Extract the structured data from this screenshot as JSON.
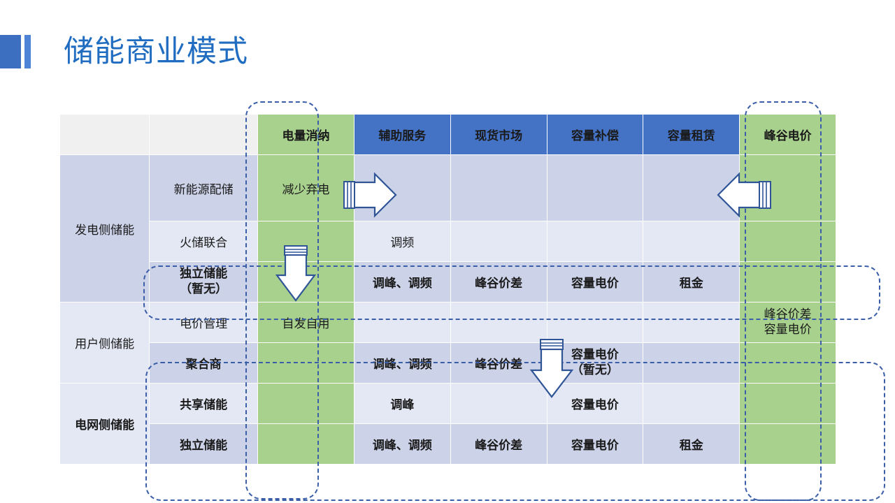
{
  "page_title": "储能商业模式",
  "colors": {
    "accent_blue": "#3d6fc0",
    "title_blue": "#1f6cc0",
    "header_blue": "#4472c4",
    "header_green": "#a9d18e",
    "row_dark": "#ccd2e8",
    "row_light": "#e4e8f4",
    "dash_outline": "#3b5ea8"
  },
  "table": {
    "headers": {
      "group_blank": "",
      "sub_blank": "",
      "columns": [
        {
          "label": "电量消纳",
          "style": "green"
        },
        {
          "label": "辅助服务",
          "style": "blue"
        },
        {
          "label": "现货市场",
          "style": "blue"
        },
        {
          "label": "容量补偿",
          "style": "blue"
        },
        {
          "label": "容量租赁",
          "style": "blue"
        },
        {
          "label": "峰谷电价",
          "style": "green"
        }
      ]
    },
    "groups": [
      {
        "name": "发电侧储能",
        "rows": [
          {
            "sub": "新能源配储",
            "bold": false,
            "cells": [
              "减少弃电",
              "",
              "",
              "",
              "",
              ""
            ]
          },
          {
            "sub": "火储联合",
            "bold": false,
            "cells": [
              "",
              "调频",
              "",
              "",
              "",
              ""
            ]
          },
          {
            "sub": "独立储能\n（暂无）",
            "bold": true,
            "cells": [
              "",
              "调峰、调频",
              "峰谷价差",
              "容量电价",
              "租金",
              ""
            ]
          }
        ]
      },
      {
        "name": "用户侧储能",
        "rows": [
          {
            "sub": "电价管理",
            "bold": false,
            "cells": [
              "自发自用",
              "",
              "",
              "",
              "",
              "峰谷价差\n容量电价"
            ]
          },
          {
            "sub": "聚合商",
            "bold": true,
            "cells": [
              "",
              "调峰、调频",
              "峰谷价差",
              "容量电价\n（暂无）",
              "",
              ""
            ]
          }
        ]
      },
      {
        "name": "电网侧储能",
        "rows": [
          {
            "sub": "共享储能",
            "bold": true,
            "cells": [
              "",
              "调峰",
              "",
              "容量电价",
              "",
              ""
            ]
          },
          {
            "sub": "独立储能",
            "bold": true,
            "cells": [
              "",
              "调峰、调频",
              "峰谷价差",
              "容量电价",
              "租金",
              ""
            ]
          }
        ]
      }
    ]
  },
  "annotations": {
    "arrow_right_label": "arrow-right",
    "arrow_down_left_label": "arrow-down-left",
    "arrow_down_mid_label": "arrow-down-mid",
    "arrow_left_label": "arrow-left"
  }
}
